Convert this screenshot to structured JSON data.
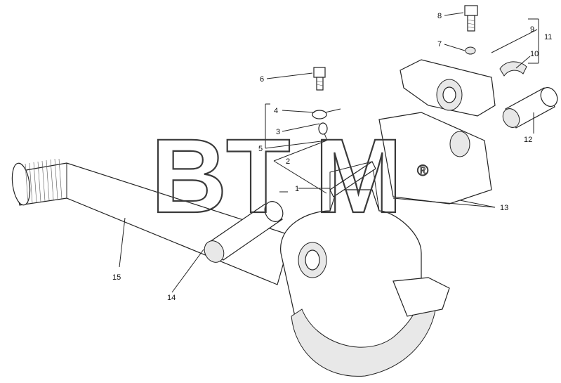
{
  "watermark": {
    "letters": [
      "B",
      "T",
      "M"
    ],
    "registered": "®"
  },
  "callouts": [
    "1",
    "2",
    "3",
    "4",
    "5",
    "6",
    "7",
    "8",
    "9",
    "10",
    "11",
    "12",
    "13",
    "14",
    "15"
  ]
}
